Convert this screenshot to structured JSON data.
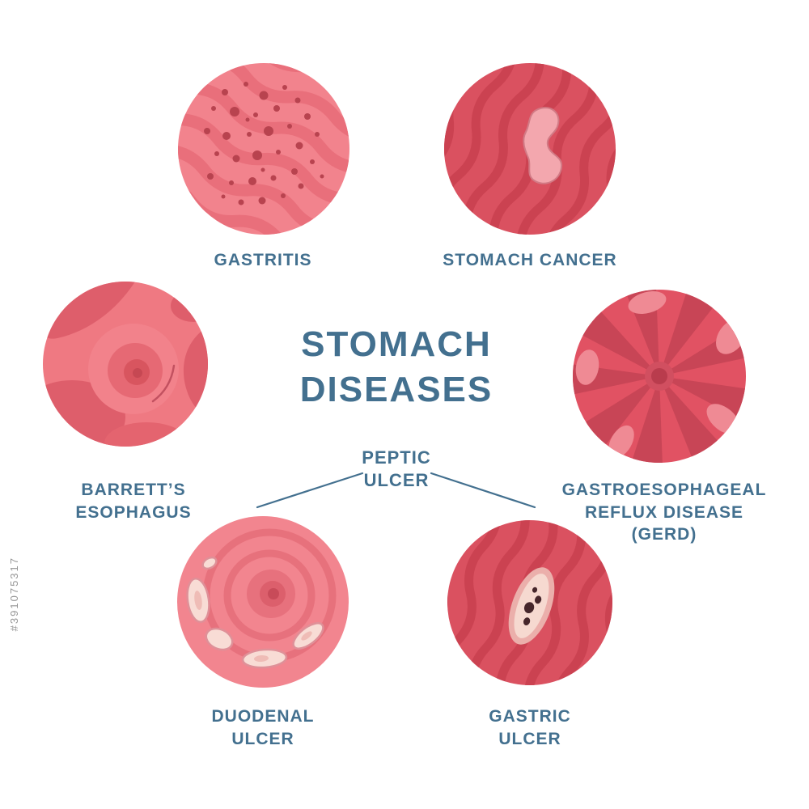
{
  "title": {
    "line1": "STOMACH",
    "line2": "DISEASES"
  },
  "peptic": {
    "line1": "PEPTIC",
    "line2": "ULCER"
  },
  "labels": {
    "gastritis": "GASTRITIS",
    "stomach_cancer": "STOMACH CANCER",
    "barretts_1": "BARRETT’S",
    "barretts_2": "ESOPHAGUS",
    "gerd_1": "GASTROESOPHAGEAL",
    "gerd_2": "REFLUX DISEASE",
    "gerd_3": "(GERD)",
    "duodenal_1": "DUODENAL",
    "duodenal_2": "ULCER",
    "gastric_1": "GASTRIC",
    "gastric_2": "ULCER"
  },
  "watermark": "#391075317",
  "colors": {
    "text": "#43708F",
    "background": "#FFFFFF",
    "pink_circle": "#F2838D",
    "red_circle": "#DA5160",
    "cream_lesion": "#F6D9D0",
    "watermark": "#949494"
  }
}
